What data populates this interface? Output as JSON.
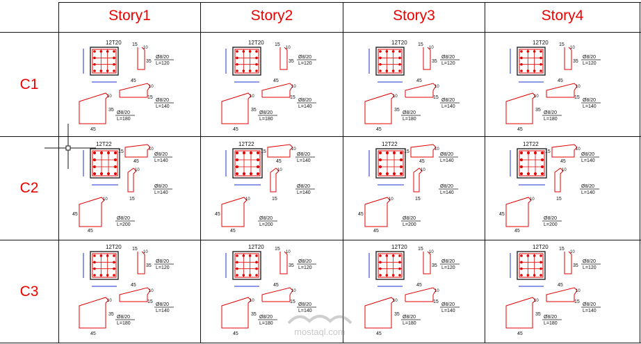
{
  "columns": [
    "Story1",
    "Story2",
    "Story3",
    "Story4"
  ],
  "rows": [
    {
      "label": "C1",
      "main_bar": "12T20",
      "stirrups": [
        {
          "spec": "Ø8/20",
          "length": "L=120",
          "dims": [
            "15",
            "10",
            "35"
          ]
        },
        {
          "spec": "Ø8/20",
          "length": "L=140",
          "dims": [
            "45",
            "10",
            "15"
          ]
        },
        {
          "spec": "Ø8/20",
          "length": "L=180",
          "dims": [
            "10",
            "35",
            "45"
          ]
        }
      ]
    },
    {
      "label": "C2",
      "main_bar": "12T22",
      "stirrups": [
        {
          "spec": "Ø8/20",
          "length": "L=140",
          "dims": [
            "15",
            "10",
            "45"
          ]
        },
        {
          "spec": "Ø8/20",
          "length": "L=140",
          "dims": [
            "10",
            "15"
          ]
        },
        {
          "spec": "Ø8/20",
          "length": "L=200",
          "dims": [
            "10",
            "45",
            "45"
          ]
        }
      ]
    },
    {
      "label": "C3",
      "main_bar": "12T20",
      "stirrups": [
        {
          "spec": "Ø8/20",
          "length": "L=120",
          "dims": [
            "15",
            "10",
            "35"
          ]
        },
        {
          "spec": "Ø8/20",
          "length": "L=140",
          "dims": [
            "45",
            "10",
            "15"
          ]
        },
        {
          "spec": "Ø8/20",
          "length": "L=180",
          "dims": [
            "10",
            "35",
            "45"
          ]
        }
      ]
    }
  ],
  "colors": {
    "header_text": "#e00000",
    "bars": "#e00000",
    "section": "#222222",
    "dimension": "#1a2fd0",
    "grid": "#111111"
  },
  "watermark": "mostaql.com"
}
